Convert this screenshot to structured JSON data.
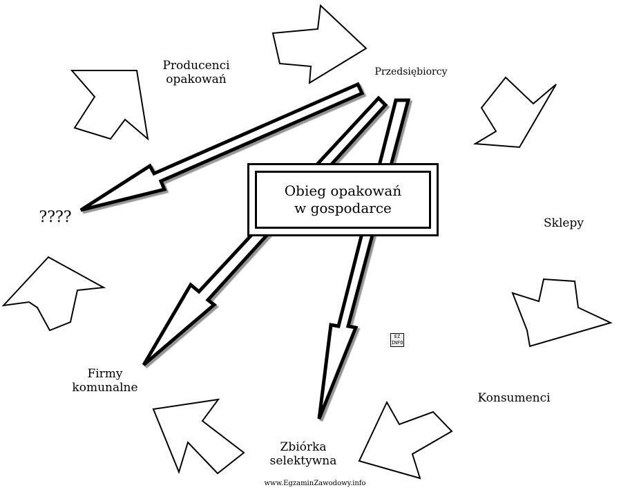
{
  "center": {
    "line1": "Obieg opakowań",
    "line2": "w gospodarce"
  },
  "nodes": {
    "producenci": {
      "line1": "Producenci",
      "line2": "opakowań"
    },
    "przedsiebiorcy": "Przedsiębiorcy",
    "sklepy": "Sklepy",
    "konsumenci": "Konsumenci",
    "zbiorka": {
      "line1": "Zbiórka",
      "line2": "selektywna"
    },
    "firmy": {
      "line1": "Firmy",
      "line2": "komunalne"
    },
    "unknown": "????"
  },
  "logo": {
    "line1": "EZ",
    "line2": "INFO"
  },
  "watermark": "www.EgzaminZawodowy.info"
}
